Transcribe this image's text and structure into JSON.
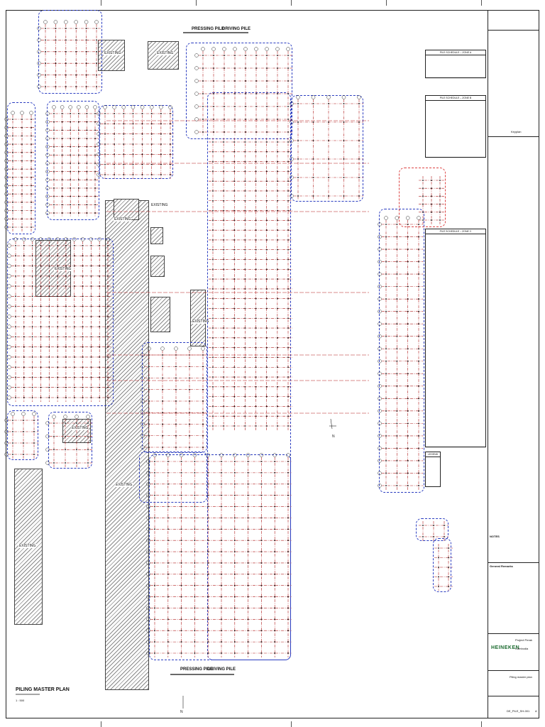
{
  "drawing": {
    "title": "PILING MASTER PLAN",
    "scale": "1 : 500"
  },
  "labels": {
    "existing": "EXISTING",
    "pressing_pile": "PRESSING PILE",
    "driving_pile": "DRIVING PILE",
    "north": "N"
  },
  "tables": {
    "table1_title": "PILE SCHEDULE – ZONE A",
    "table2_title": "PILE SCHEDULE – ZONE B",
    "table3_title": "PILE SCHEDULE – ZONE C",
    "legend_title": "LEGEND"
  },
  "titleblock": {
    "keyplan": "Keyplan",
    "notes": "NOTES",
    "general_remarks": "General Remarks",
    "brand": "HEINEKEN",
    "project": "Project Perak",
    "location": "Cambodia",
    "drawing_title": "Piling master plan",
    "drawing_no": "DE_PILE_SH-001",
    "revision": "A"
  },
  "colors": {
    "grid_red": "#b11e1e",
    "zone_blue": "#2a3cc0",
    "brand_green": "#1b6b2f"
  }
}
